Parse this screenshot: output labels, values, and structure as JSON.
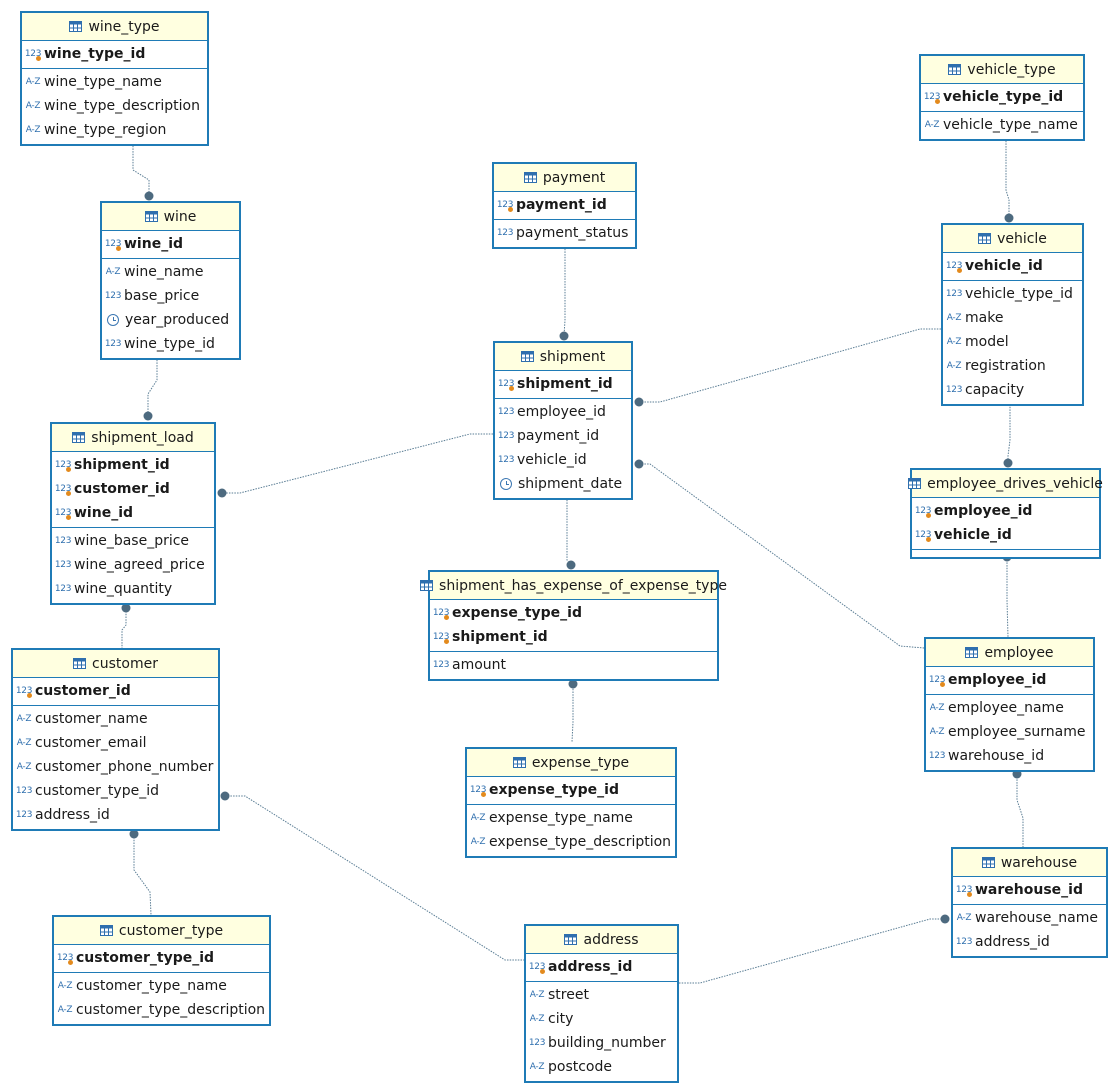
{
  "colors": {
    "border": "#1f7bb6",
    "header_bg": "#ffffe0",
    "connector": "#5a7d94",
    "key_marker": "#e38a1d"
  },
  "entities": {
    "wine_type": {
      "name": "wine_type",
      "pk": [
        {
          "name": "wine_type_id",
          "type": "num"
        }
      ],
      "cols": [
        {
          "name": "wine_type_name",
          "type": "text"
        },
        {
          "name": "wine_type_description",
          "type": "text"
        },
        {
          "name": "wine_type_region",
          "type": "text"
        }
      ]
    },
    "wine": {
      "name": "wine",
      "pk": [
        {
          "name": "wine_id",
          "type": "num"
        }
      ],
      "cols": [
        {
          "name": "wine_name",
          "type": "text"
        },
        {
          "name": "base_price",
          "type": "num"
        },
        {
          "name": "year_produced",
          "type": "date"
        },
        {
          "name": "wine_type_id",
          "type": "num"
        }
      ]
    },
    "shipment_load": {
      "name": "shipment_load",
      "pk": [
        {
          "name": "shipment_id",
          "type": "num"
        },
        {
          "name": "customer_id",
          "type": "num"
        },
        {
          "name": "wine_id",
          "type": "num"
        }
      ],
      "cols": [
        {
          "name": "wine_base_price",
          "type": "num"
        },
        {
          "name": "wine_agreed_price",
          "type": "num"
        },
        {
          "name": "wine_quantity",
          "type": "num"
        }
      ]
    },
    "customer": {
      "name": "customer",
      "pk": [
        {
          "name": "customer_id",
          "type": "num"
        }
      ],
      "cols": [
        {
          "name": "customer_name",
          "type": "text"
        },
        {
          "name": "customer_email",
          "type": "text"
        },
        {
          "name": "customer_phone_number",
          "type": "text"
        },
        {
          "name": "customer_type_id",
          "type": "num"
        },
        {
          "name": "address_id",
          "type": "num"
        }
      ]
    },
    "customer_type": {
      "name": "customer_type",
      "pk": [
        {
          "name": "customer_type_id",
          "type": "num"
        }
      ],
      "cols": [
        {
          "name": "customer_type_name",
          "type": "text"
        },
        {
          "name": "customer_type_description",
          "type": "text"
        }
      ]
    },
    "payment": {
      "name": "payment",
      "pk": [
        {
          "name": "payment_id",
          "type": "num"
        }
      ],
      "cols": [
        {
          "name": "payment_status",
          "type": "num"
        }
      ]
    },
    "shipment": {
      "name": "shipment",
      "pk": [
        {
          "name": "shipment_id",
          "type": "num"
        }
      ],
      "cols": [
        {
          "name": "employee_id",
          "type": "num"
        },
        {
          "name": "payment_id",
          "type": "num"
        },
        {
          "name": "vehicle_id",
          "type": "num"
        },
        {
          "name": "shipment_date",
          "type": "date"
        }
      ]
    },
    "shipment_has_expense_of_expense_type": {
      "name": "shipment_has_expense_of_expense_type",
      "pk": [
        {
          "name": "expense_type_id",
          "type": "num"
        },
        {
          "name": "shipment_id",
          "type": "num"
        }
      ],
      "cols": [
        {
          "name": "amount",
          "type": "num"
        }
      ]
    },
    "expense_type": {
      "name": "expense_type",
      "pk": [
        {
          "name": "expense_type_id",
          "type": "num"
        }
      ],
      "cols": [
        {
          "name": "expense_type_name",
          "type": "text"
        },
        {
          "name": "expense_type_description",
          "type": "text"
        }
      ]
    },
    "address": {
      "name": "address",
      "pk": [
        {
          "name": "address_id",
          "type": "num"
        }
      ],
      "cols": [
        {
          "name": "street",
          "type": "text"
        },
        {
          "name": "city",
          "type": "text"
        },
        {
          "name": "building_number",
          "type": "num"
        },
        {
          "name": "postcode",
          "type": "text"
        }
      ]
    },
    "vehicle_type": {
      "name": "vehicle_type",
      "pk": [
        {
          "name": "vehicle_type_id",
          "type": "num"
        }
      ],
      "cols": [
        {
          "name": "vehicle_type_name",
          "type": "text"
        }
      ]
    },
    "vehicle": {
      "name": "vehicle",
      "pk": [
        {
          "name": "vehicle_id",
          "type": "num"
        }
      ],
      "cols": [
        {
          "name": "vehicle_type_id",
          "type": "num"
        },
        {
          "name": "make",
          "type": "text"
        },
        {
          "name": "model",
          "type": "text"
        },
        {
          "name": "registration",
          "type": "text"
        },
        {
          "name": "capacity",
          "type": "num"
        }
      ]
    },
    "employee_drives_vehicle": {
      "name": "employee_drives_vehicle",
      "pk": [
        {
          "name": "employee_id",
          "type": "num"
        },
        {
          "name": "vehicle_id",
          "type": "num"
        }
      ],
      "cols": []
    },
    "employee": {
      "name": "employee",
      "pk": [
        {
          "name": "employee_id",
          "type": "num"
        }
      ],
      "cols": [
        {
          "name": "employee_name",
          "type": "text"
        },
        {
          "name": "employee_surname",
          "type": "text"
        },
        {
          "name": "warehouse_id",
          "type": "num"
        }
      ]
    },
    "warehouse": {
      "name": "warehouse",
      "pk": [
        {
          "name": "warehouse_id",
          "type": "num"
        }
      ],
      "cols": [
        {
          "name": "warehouse_name",
          "type": "text"
        },
        {
          "name": "address_id",
          "type": "num"
        }
      ]
    }
  },
  "type_icons": {
    "num": "123",
    "text": "A-Z",
    "date": "clock-icon"
  }
}
